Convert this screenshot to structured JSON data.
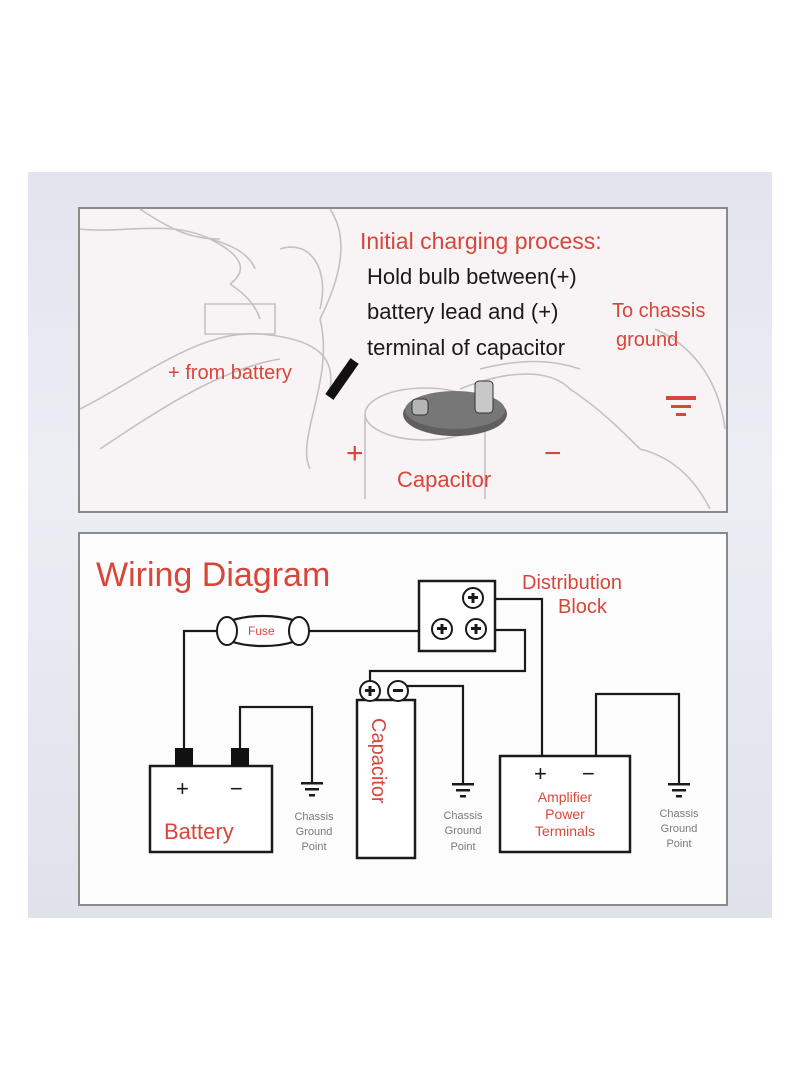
{
  "top_panel": {
    "title": "Initial charging process:",
    "instructions": [
      "Hold bulb between(+)",
      "battery lead and (+)",
      "terminal of capacitor"
    ],
    "from_battery": "+ from battery",
    "to_chassis": [
      "To chassis",
      "ground"
    ],
    "plus": "+",
    "minus": "−",
    "capacitor": "Capacitor"
  },
  "bottom_panel": {
    "title": "Wiring Diagram",
    "distribution": [
      "Distribution",
      "Block"
    ],
    "fuse": "Fuse",
    "battery": {
      "plus": "+",
      "minus": "−",
      "label": "Battery"
    },
    "capacitor": "Capacitor",
    "amplifier": {
      "plus": "+",
      "minus": "−",
      "label": [
        "Amplifier",
        "Power",
        "Terminals"
      ]
    },
    "ground": [
      "Chassis",
      "Ground",
      "Point"
    ]
  },
  "colors": {
    "accent_red": "#d8463a",
    "text_dark": "#1a1a1a",
    "border": "#8a8a8a"
  }
}
